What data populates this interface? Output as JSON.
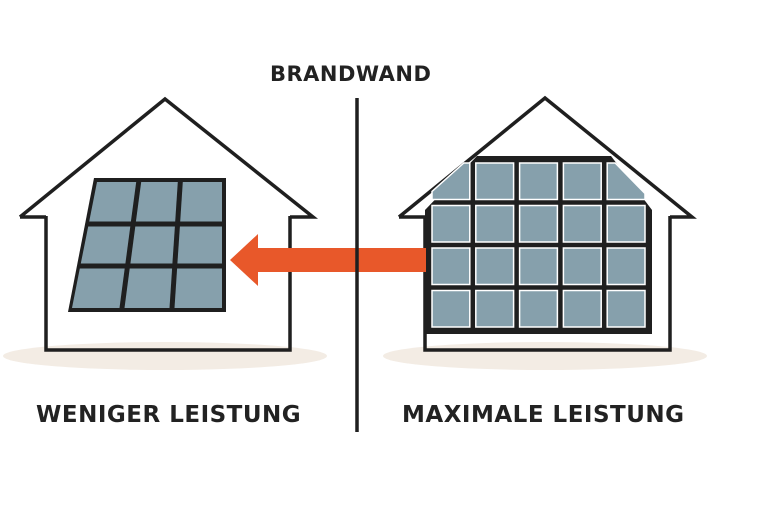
{
  "firewall": {
    "label": "BRANDWAND"
  },
  "left_house": {
    "caption": "WENIGER LEISTUNG",
    "panel_rows": 3,
    "panel_cols": 3
  },
  "right_house": {
    "caption": "MAXIMALE LEISTUNG",
    "panel_rows": 4,
    "panel_cols": 5
  },
  "colors": {
    "outline": "#1f1f1f",
    "panel": "#86a0ac",
    "arrow": "#e8582a",
    "ground": "#f3ece4",
    "text": "#222222"
  },
  "icons": {
    "arrow": "arrow-left-icon"
  }
}
